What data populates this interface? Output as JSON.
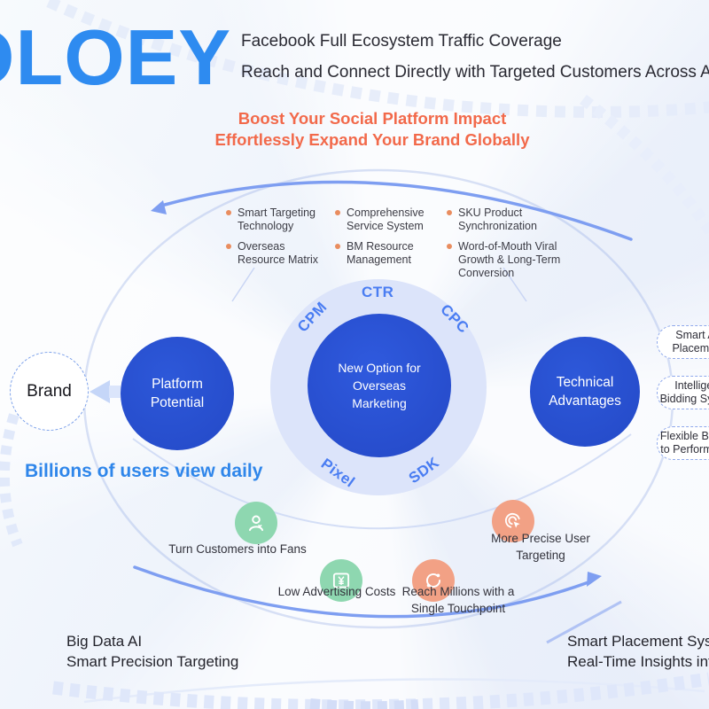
{
  "brand": {
    "logo": "OLOEY"
  },
  "header": {
    "line1": "Facebook Full Ecosystem Traffic Coverage",
    "line2": "Reach and Connect Directly with Targeted Customers Across All Channels"
  },
  "tagline": {
    "line1": "Boost Your Social Platform Impact",
    "line2": "Effortlessly Expand Your Brand Globally"
  },
  "bullets": {
    "col1": [
      "Smart Targeting Technology",
      "Overseas Resource Matrix"
    ],
    "col2": [
      "Comprehensive Service System",
      "BM Resource Management"
    ],
    "col3": [
      "SKU Product Synchronization",
      "Word-of-Mouth Viral Growth & Long-Term Conversion"
    ]
  },
  "center": {
    "label": "New Option for Overseas Marketing",
    "metrics": {
      "top": "CTR",
      "left": "CPM",
      "right": "CPC",
      "bottom_left": "Pixel",
      "bottom_right": "SDK"
    }
  },
  "left_side": {
    "brand_circle": "Brand",
    "platform_circle": "Platform Potential",
    "caption": "Billions of users view daily"
  },
  "right_side": {
    "circle": "Technical Advantages",
    "pills": [
      "Smart Ad Placement",
      "Intelligent Bidding System",
      "Flexible Budget to Performance"
    ]
  },
  "benefits": [
    {
      "label": "Turn Customers into Fans",
      "icon": "user-heart-icon",
      "color": "#8ed7b0"
    },
    {
      "label": "Low Advertising Costs",
      "icon": "banknote-yen-icon",
      "color": "#8ed7b0"
    },
    {
      "label": "Reach Millions with a Single Touchpoint",
      "icon": "sync-orbit-icon",
      "color": "#f2a185"
    },
    {
      "label": "More Precise User Targeting",
      "icon": "target-cursor-icon",
      "color": "#f2a185"
    }
  ],
  "footer": {
    "left_line1": "Big Data AI",
    "left_line2": "Smart Precision Targeting",
    "right_line1": "Smart Placement System",
    "right_line2": "Real-Time Insights into Ad Performance"
  },
  "colors": {
    "logo_blue": "#2e8bf0",
    "circle_blue": "#2a53d3",
    "accent_orange": "#f2694a",
    "metric_blue": "#4a7df2",
    "caption_blue": "#2f86ea",
    "arc_blue": "#7e9ef1"
  }
}
